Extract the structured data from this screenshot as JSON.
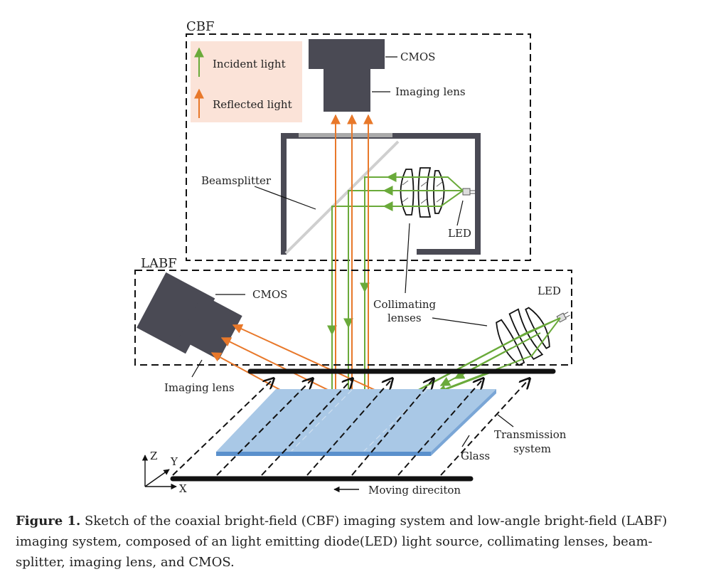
{
  "boxes": {
    "cbf": "CBF",
    "labf": "LABF"
  },
  "legend": {
    "incident": "Incident light",
    "reflected": "Reflected light"
  },
  "labels": {
    "cmos_top": "CMOS",
    "imaging_lens_top": "Imaging lens",
    "beamsplitter": "Beamsplitter",
    "led_top": "LED",
    "cmos_labf": "CMOS",
    "led_labf": "LED",
    "collimating_1": "Collimating",
    "collimating_2": "lenses",
    "imaging_lens_labf": "Imaging lens",
    "transmission_1": "Transmission",
    "transmission_2": "system",
    "glass": "Glass",
    "moving": "Moving direciton",
    "axis_z": "Z",
    "axis_y": "Y",
    "axis_x": "X"
  },
  "caption": {
    "label": "Figure 1.",
    "text": " Sketch of the coaxial bright-field (CBF) imaging system and low-angle bright-field (LABF) imaging system, composed of an light emitting diode(LED) light source, collimating lenses, beam-splitter, imaging lens, and CMOS."
  },
  "colors": {
    "incident": "#6aaa3a",
    "reflected": "#e8782a",
    "device": "#4a4a54",
    "glass": "#a9c8e6",
    "legend_bg": "#fbe3d8"
  }
}
